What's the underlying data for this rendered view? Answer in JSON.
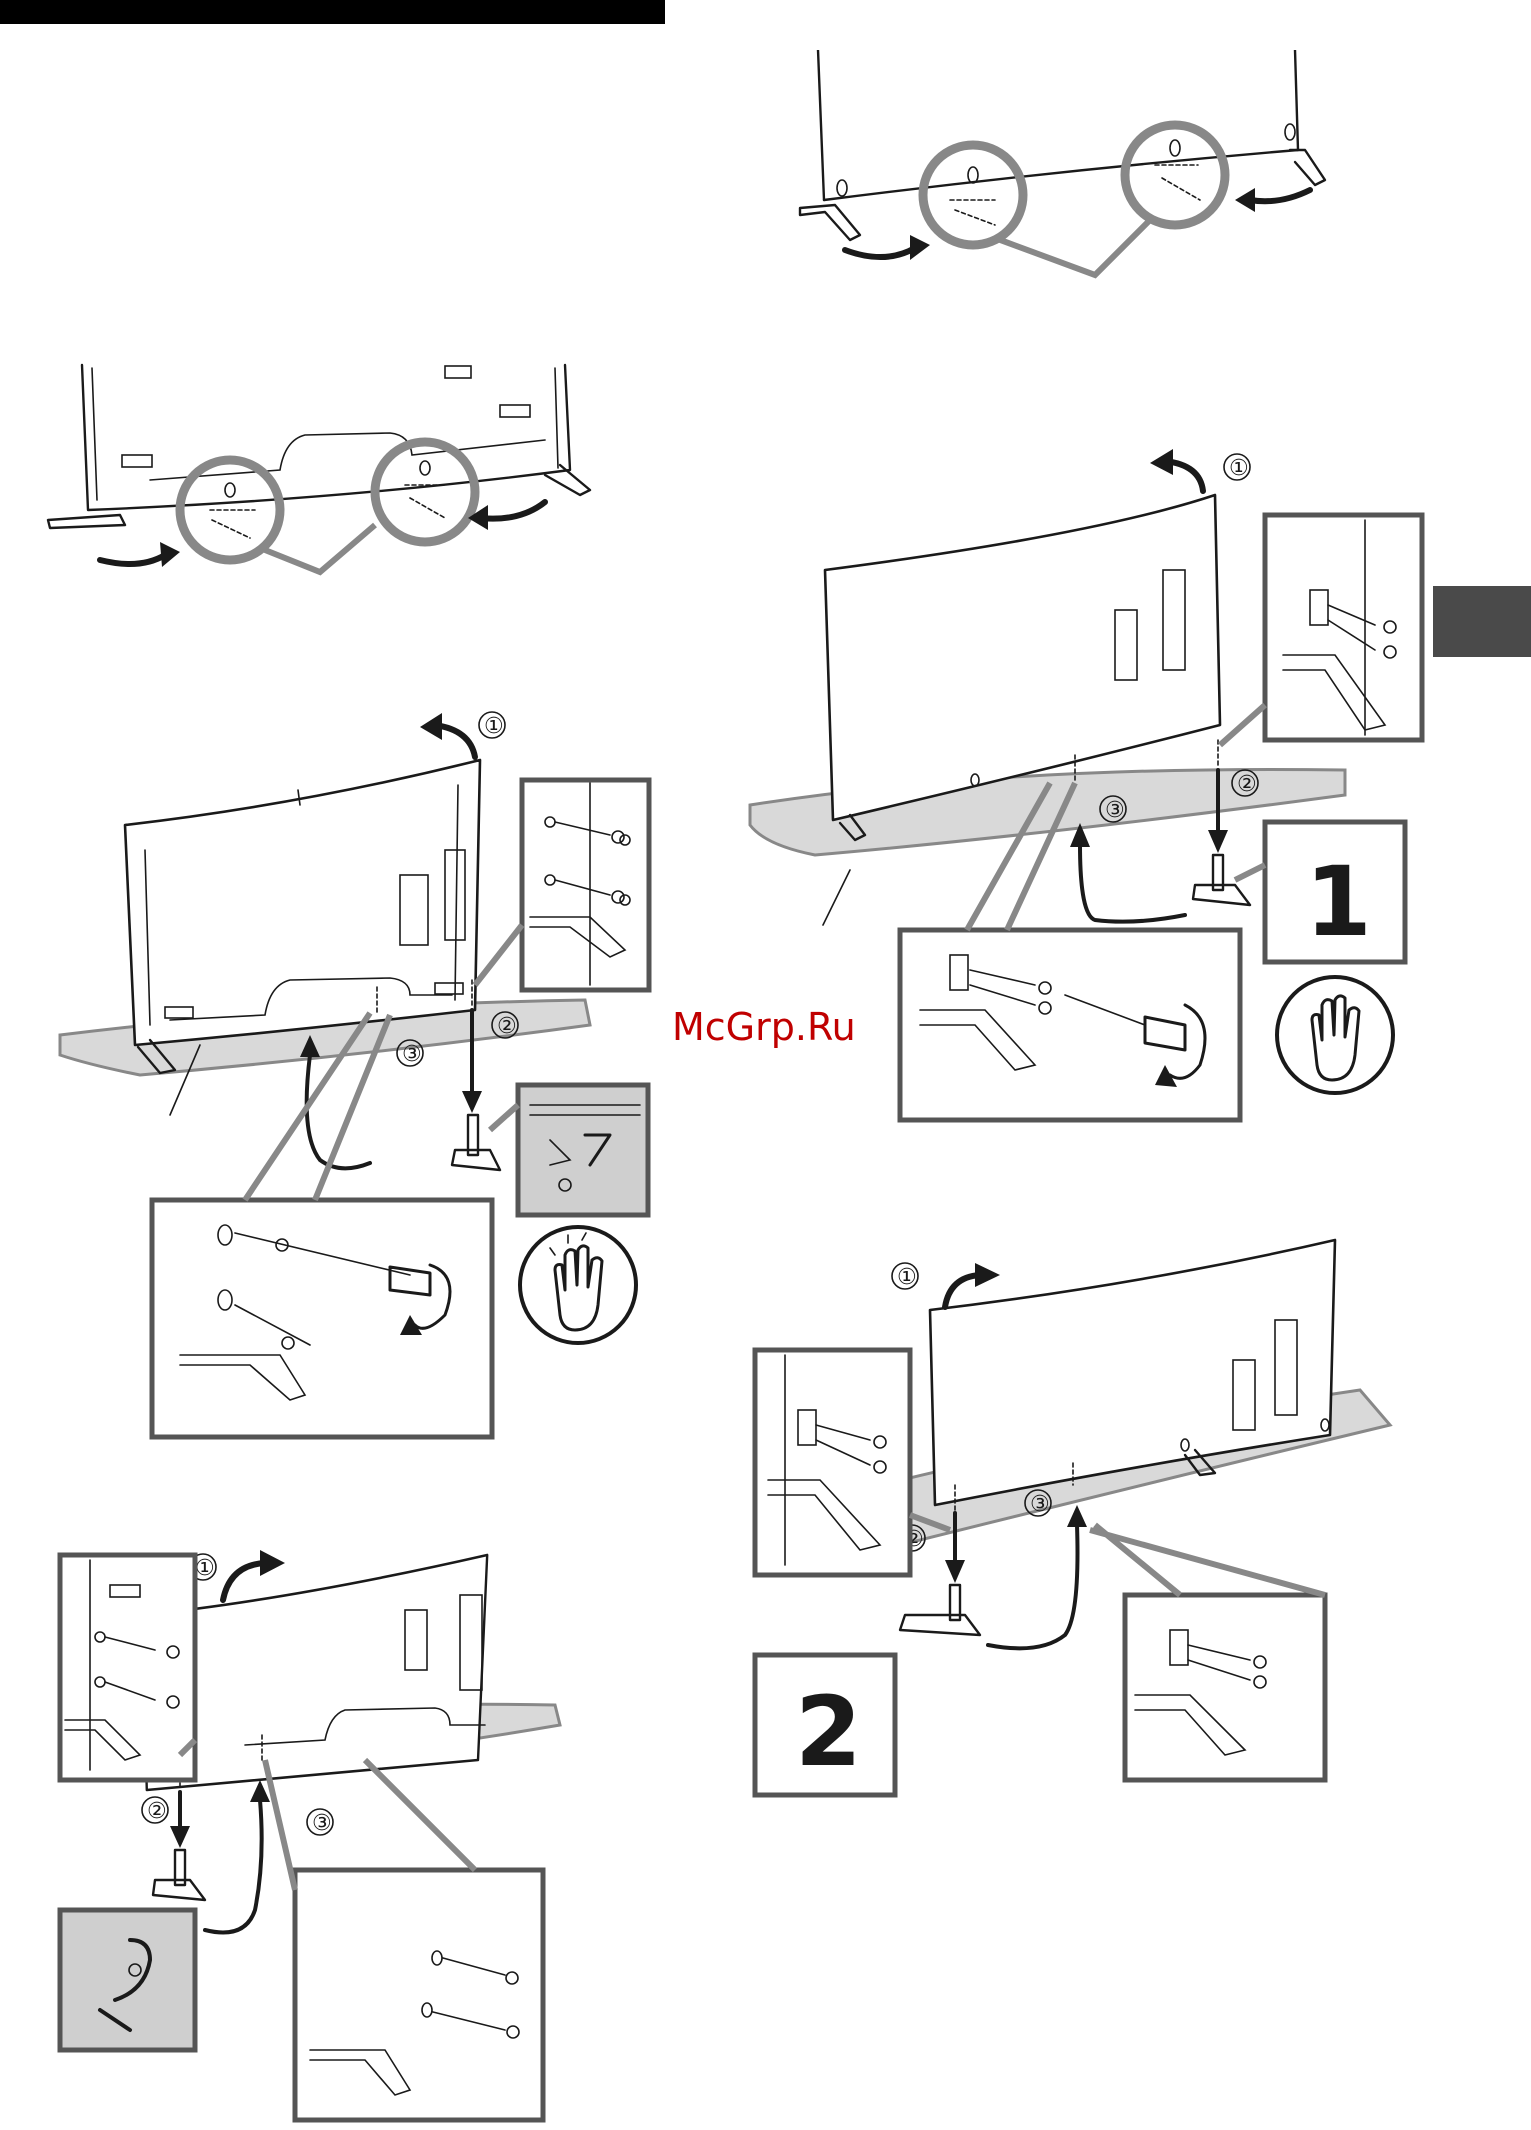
{
  "colors": {
    "header_bar": "#000000",
    "side_tab": "#4a4a4a",
    "callout_grey": "#888888",
    "stand_fill": "#d9d9d9",
    "watermark": "#c00000"
  },
  "watermark": "McGrp.Ru",
  "step_markers": {
    "one": "①",
    "two": "②",
    "three": "③"
  },
  "big_labels": {
    "stand_1": "1",
    "stand_2": "2"
  },
  "icons": {
    "hand": "hand-caution-icon",
    "screwdriver": "screwdriver-icon",
    "screw": "screw-icon",
    "rotate": "rotate-arrow-icon"
  }
}
